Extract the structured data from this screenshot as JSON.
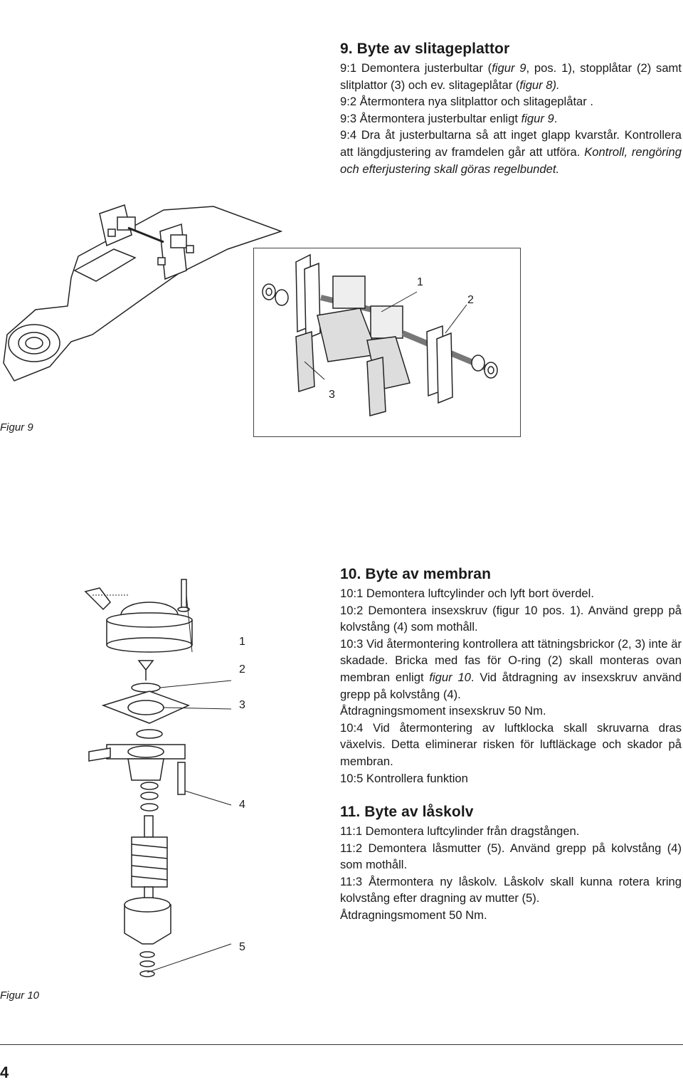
{
  "section9": {
    "title": "9.  Byte av slitageplattor",
    "p1a": "9:1  Demontera justerbultar (",
    "p1b": "figur 9",
    "p1c": ", pos. 1), stopplåtar (2)  samt slitplattor (3) och ev. slitageplåtar (",
    "p1d": "figur 8).",
    "p2": "9:2  Återmontera nya slitplattor och slitageplåtar .",
    "p3a": "9:3  Återmontera justerbultar enligt ",
    "p3b": "figur 9",
    "p3c": ".",
    "p4a": "9:4  Dra åt justerbultarna så att inget glapp kvarstår. Kontrollera att längdjustering av framdelen går att utföra. ",
    "p4b": "Kontroll, rengöring och efterjustering skall göras regelbundet."
  },
  "figure9": {
    "label": "Figur 9",
    "callouts": [
      "1",
      "2",
      "3"
    ]
  },
  "section10": {
    "title": "10.  Byte av membran",
    "p1": "10:1  Demontera luftcylinder och lyft bort överdel.",
    "p2": "10:2  Demontera insexskruv (figur 10 pos. 1). Använd grepp på kolvstång (4) som mothåll.",
    "p3a": "10:3  Vid återmontering kontrollera att tätningsbrickor (2, 3) inte är skadade. Bricka med fas för O-ring (2) skall monteras ovan membran enligt ",
    "p3b": "figur 10",
    "p3c": ". Vid åtdragning av insexskruv använd grepp på kolvstång (4).",
    "p3d": "Åtdragningsmoment  insexskruv  50 Nm.",
    "p4": "10:4  Vid återmontering av luftklocka skall skruvarna dras växelvis. Detta  eliminerar risken för luftläckage och skador på membran.",
    "p5": "10:5  Kontrollera funktion"
  },
  "figure10": {
    "label": "Figur 10",
    "callouts": [
      "1",
      "2",
      "3",
      "4",
      "5"
    ]
  },
  "section11": {
    "title": "11.  Byte av låskolv",
    "p1": "11:1  Demontera luftcylinder från dragstången.",
    "p2": "11:2  Demontera låsmutter (5). Använd grepp på kolvstång (4) som mothåll.",
    "p3": "11:3  Återmontera ny låskolv. Låskolv skall kunna rotera kring kolvstång efter dragning av mutter (5).",
    "p4": "Åtdragningsmoment  50 Nm."
  },
  "page_number": "4"
}
